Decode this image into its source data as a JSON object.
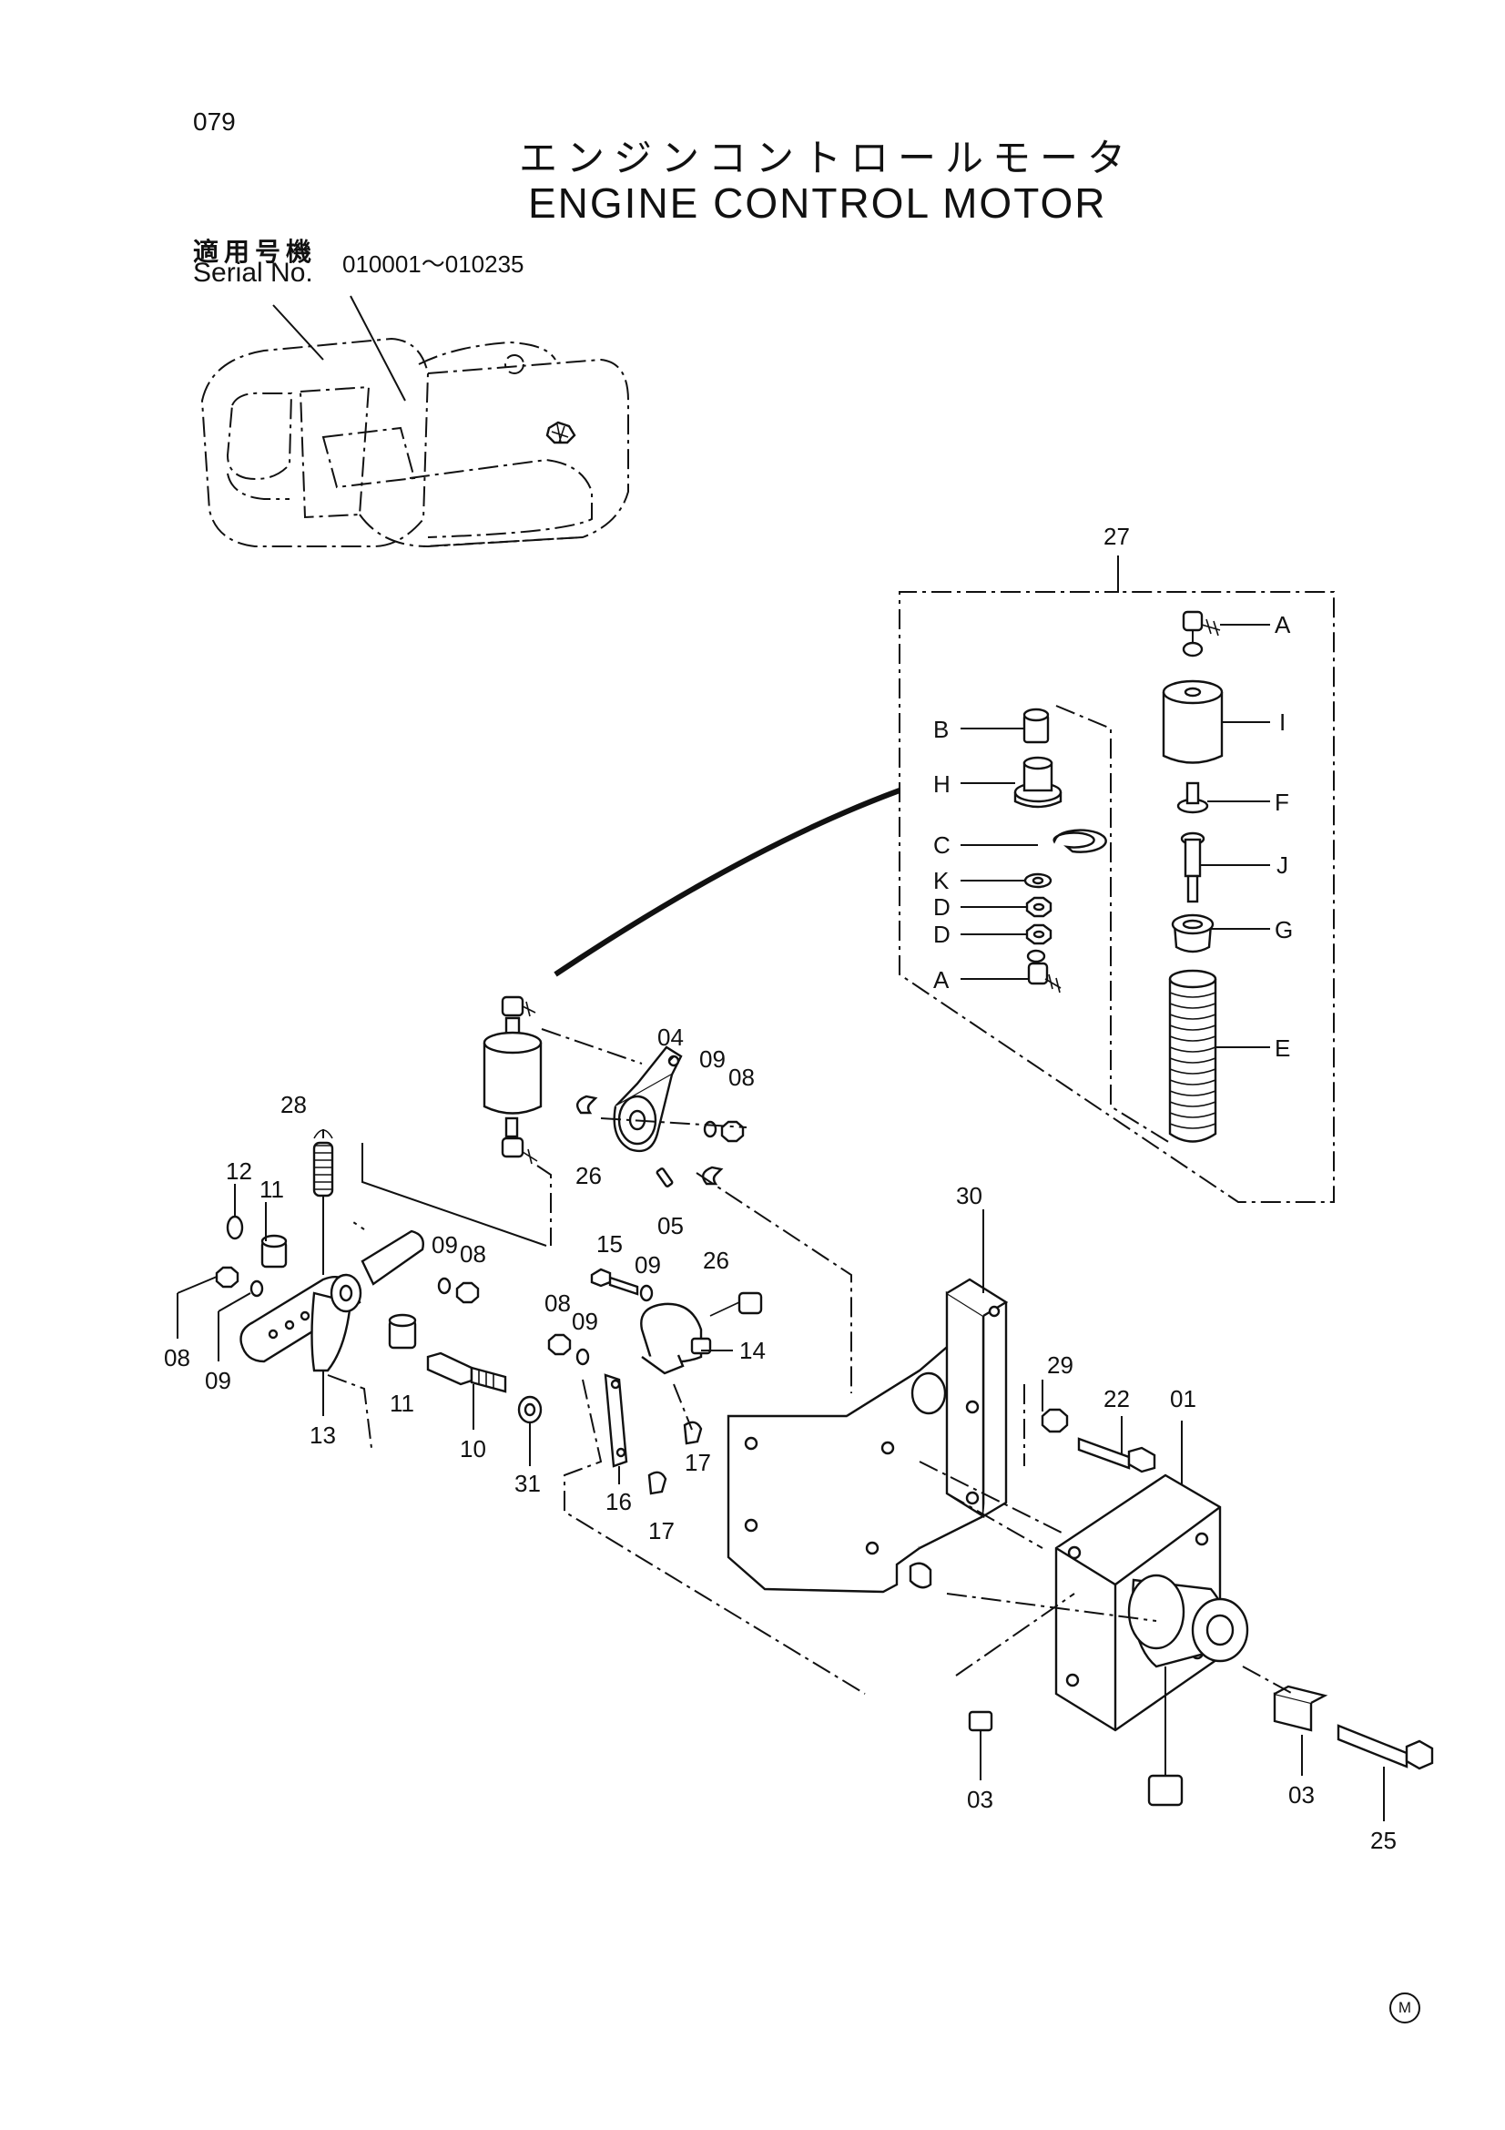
{
  "page_number": "079",
  "title_jp": "エンジンコントロールモータ",
  "title_en": "ENGINE CONTROL MOTOR",
  "serial": {
    "label_jp": "適用号機",
    "label_en": "Serial No.",
    "range": "010001～010235"
  },
  "trademark": "M",
  "callouts": [
    {
      "id": "c-27",
      "text": "27"
    },
    {
      "id": "c-A1",
      "text": "A"
    },
    {
      "id": "c-I",
      "text": "I"
    },
    {
      "id": "c-B",
      "text": "B"
    },
    {
      "id": "c-H",
      "text": "H"
    },
    {
      "id": "c-F",
      "text": "F"
    },
    {
      "id": "c-C",
      "text": "C"
    },
    {
      "id": "c-J",
      "text": "J"
    },
    {
      "id": "c-K",
      "text": "K"
    },
    {
      "id": "c-D1",
      "text": "D"
    },
    {
      "id": "c-D2",
      "text": "D"
    },
    {
      "id": "c-G",
      "text": "G"
    },
    {
      "id": "c-A2",
      "text": "A"
    },
    {
      "id": "c-E",
      "text": "E"
    },
    {
      "id": "c-04",
      "text": "04"
    },
    {
      "id": "c-09a",
      "text": "09"
    },
    {
      "id": "c-08a",
      "text": "08"
    },
    {
      "id": "c-28",
      "text": "28"
    },
    {
      "id": "c-26a",
      "text": "26"
    },
    {
      "id": "c-05",
      "text": "05"
    },
    {
      "id": "c-26b",
      "text": "26"
    },
    {
      "id": "c-12",
      "text": "12"
    },
    {
      "id": "c-11a",
      "text": "11"
    },
    {
      "id": "c-30",
      "text": "30"
    },
    {
      "id": "c-15",
      "text": "15"
    },
    {
      "id": "c-09b",
      "text": "09"
    },
    {
      "id": "c-08b",
      "text": "08"
    },
    {
      "id": "c-09c",
      "text": "09"
    },
    {
      "id": "c-08c",
      "text": "08"
    },
    {
      "id": "c-09d",
      "text": "09"
    },
    {
      "id": "c-14",
      "text": "14"
    },
    {
      "id": "c-08d",
      "text": "08"
    },
    {
      "id": "c-09e",
      "text": "09"
    },
    {
      "id": "c-29",
      "text": "29"
    },
    {
      "id": "c-22",
      "text": "22"
    },
    {
      "id": "c-01",
      "text": "01"
    },
    {
      "id": "c-11b",
      "text": "11"
    },
    {
      "id": "c-13",
      "text": "13"
    },
    {
      "id": "c-10",
      "text": "10"
    },
    {
      "id": "c-31",
      "text": "31"
    },
    {
      "id": "c-17a",
      "text": "17"
    },
    {
      "id": "c-16",
      "text": "16"
    },
    {
      "id": "c-17b",
      "text": "17"
    },
    {
      "id": "c-03a",
      "text": "03"
    },
    {
      "id": "c-03b",
      "text": "03"
    },
    {
      "id": "c-25",
      "text": "25"
    }
  ]
}
